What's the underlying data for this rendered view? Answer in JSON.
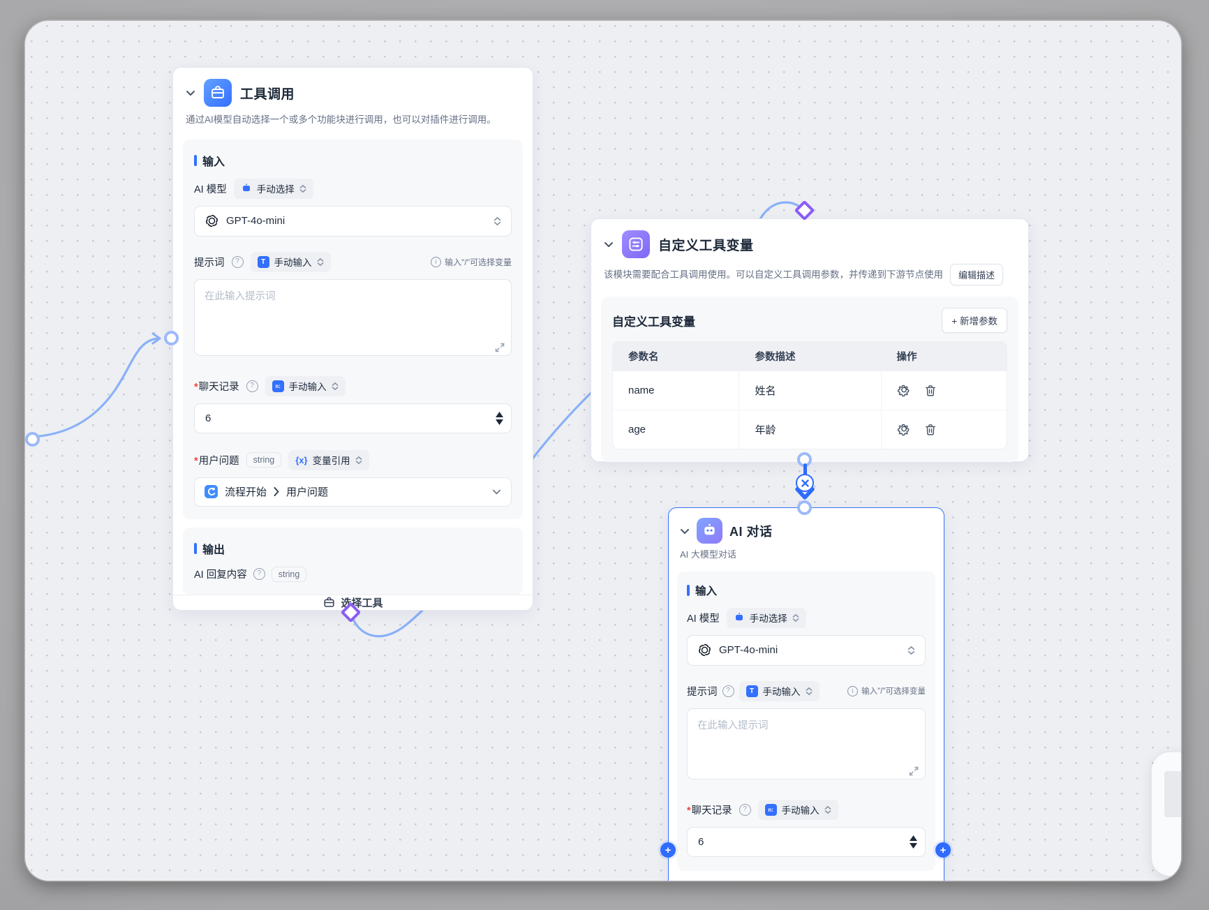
{
  "colors": {
    "accent": "#3370ff",
    "edge": "#8ab0f8",
    "diamond": "#8a5cf6",
    "node_border_selected": "#3370ff",
    "required": "#f04438"
  },
  "icons": {
    "plus": "+",
    "tbadge": "T",
    "nbadge": "n:",
    "varref": "{x}",
    "breadcrumb_sep": "›"
  },
  "card_tool_call": {
    "title": "工具调用",
    "description": "通过AI模型自动选择一个或多个功能块进行调用，也可以对插件进行调用。",
    "input_section_label": "输入",
    "ai_model_label": "AI 模型",
    "ai_model_badge": "手动选择",
    "model_value": "GPT-4o-mini",
    "prompt_label": "提示词",
    "prompt_badge": "手动输入",
    "prompt_hint": "输入\"/\"可选择变量",
    "prompt_placeholder": "在此输入提示词",
    "history_label": "聊天记录",
    "history_badge": "手动输入",
    "history_value": "6",
    "question_label": "用户问题",
    "question_type": "string",
    "question_badge": "变量引用",
    "question_ref_source": "流程开始",
    "question_ref_field": "用户问题",
    "output_section_label": "输出",
    "output_item_label": "AI 回复内容",
    "output_item_type": "string",
    "footer_button": "选择工具"
  },
  "card_custom_vars": {
    "title": "自定义工具变量",
    "description": "该模块需要配合工具调用使用。可以自定义工具调用参数，并传递到下游节点使用",
    "edit_desc_button": "编辑描述",
    "section_title": "自定义工具变量",
    "add_param_button": "新增参数",
    "table": {
      "headers": [
        "参数名",
        "参数描述",
        "操作"
      ],
      "rows": [
        {
          "name": "name",
          "desc": "姓名"
        },
        {
          "name": "age",
          "desc": "年龄"
        }
      ]
    }
  },
  "card_ai_chat": {
    "title": "AI 对话",
    "subtitle": "AI 大模型对话",
    "input_section_label": "输入",
    "ai_model_label": "AI 模型",
    "ai_model_badge": "手动选择",
    "model_value": "GPT-4o-mini",
    "prompt_label": "提示词",
    "prompt_badge": "手动输入",
    "prompt_hint": "输入\"/\"可选择变量",
    "prompt_placeholder": "在此输入提示词",
    "history_label": "聊天记录",
    "history_badge": "手动输入",
    "history_value": "6"
  }
}
